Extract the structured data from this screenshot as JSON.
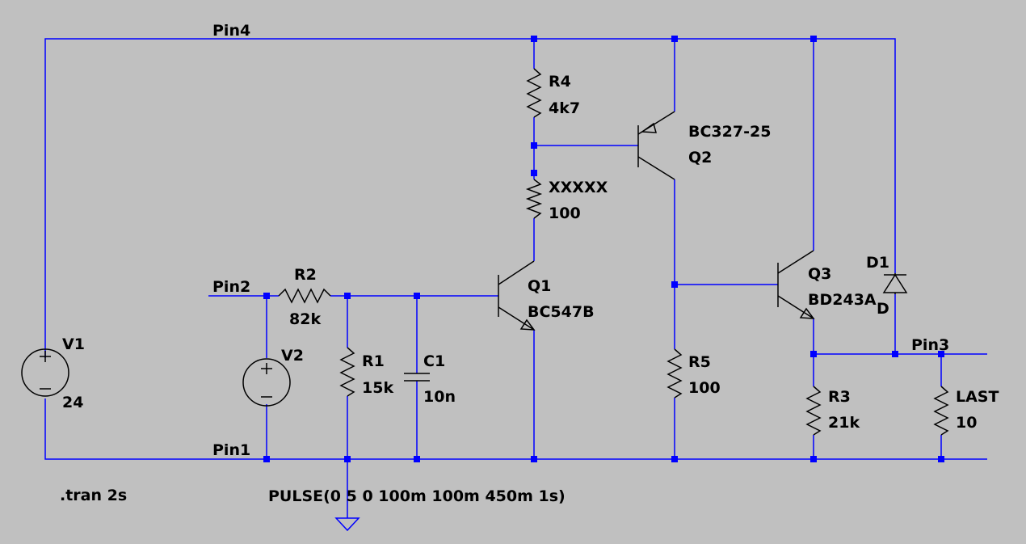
{
  "nets": {
    "pin1": "Pin1",
    "pin2": "Pin2",
    "pin3": "Pin3",
    "pin4": "Pin4"
  },
  "components": {
    "v1": {
      "name": "V1",
      "value": "24"
    },
    "v2": {
      "name": "V2"
    },
    "r1": {
      "name": "R1",
      "value": "15k"
    },
    "r2": {
      "name": "R2",
      "value": "82k"
    },
    "r3": {
      "name": "R3",
      "value": "21k"
    },
    "r4": {
      "name": "R4",
      "value": "4k7"
    },
    "r5": {
      "name": "R5",
      "value": "100"
    },
    "rx": {
      "name": "XXXXX",
      "value": "100"
    },
    "c1": {
      "name": "C1",
      "value": "10n"
    },
    "q1": {
      "name": "Q1",
      "value": "BC547B"
    },
    "q2": {
      "name": "Q2",
      "value": "BC327-25"
    },
    "q3": {
      "name": "Q3",
      "value": "BD243A"
    },
    "d1": {
      "name": "D1",
      "value": "D"
    },
    "last": {
      "name": "LAST",
      "value": "10"
    }
  },
  "directives": {
    "tran": ".tran 2s",
    "pulse": "PULSE(0 5 0 100m 100m 450m 1s)"
  },
  "colors": {
    "background": "#c0c0c0",
    "wire": "#0000ff",
    "component": "#000000"
  }
}
